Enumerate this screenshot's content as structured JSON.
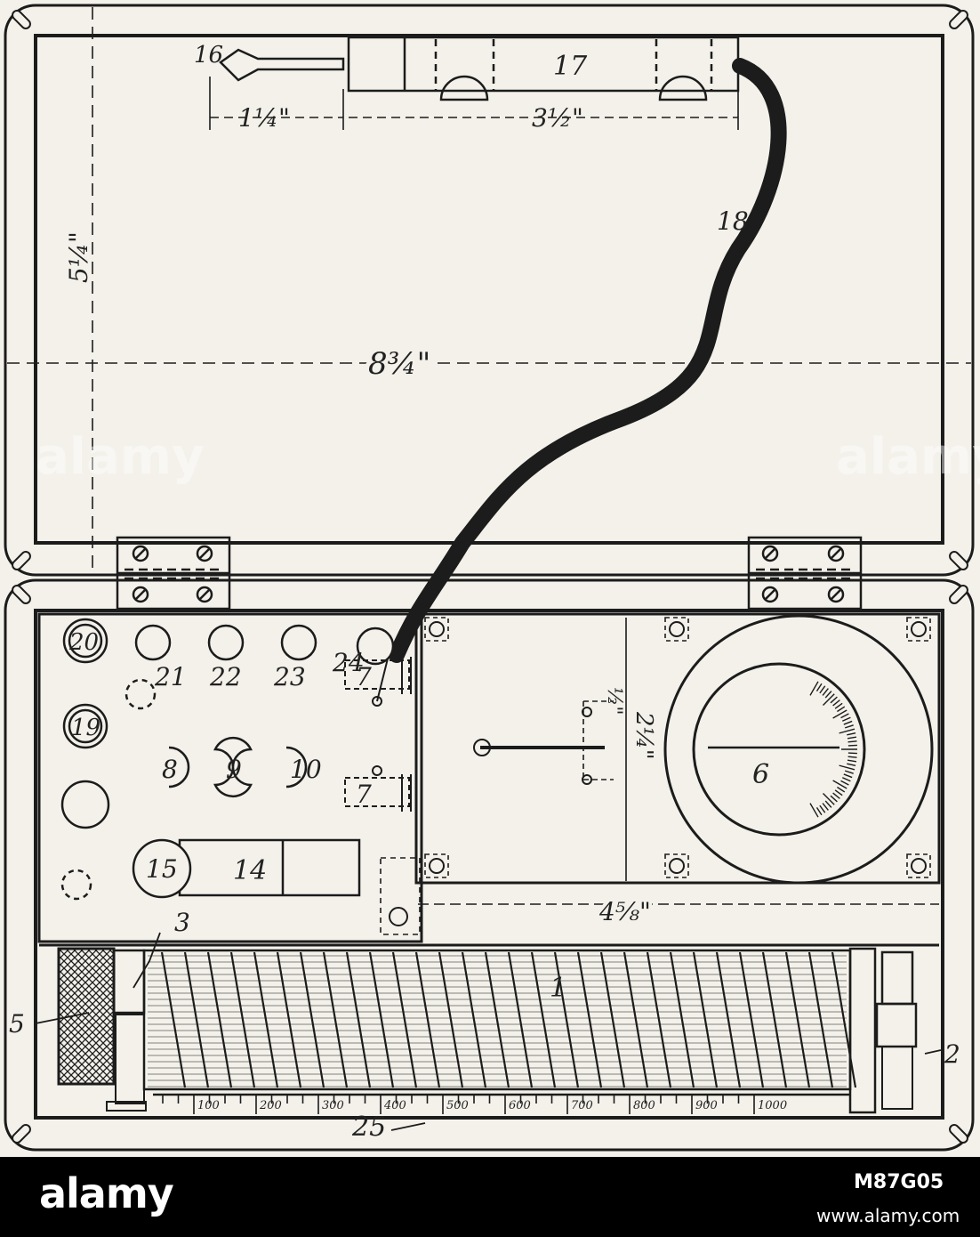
{
  "diagram": {
    "part_labels": {
      "p1": "1",
      "p2": "2",
      "p3": "3",
      "p5": "5",
      "p6": "6",
      "p7a": "7",
      "p7b": "7",
      "p8": "8",
      "p9": "9",
      "p10": "10",
      "p14": "14",
      "p15": "15",
      "p16": "16",
      "p17": "17",
      "p18": "18",
      "p19": "19",
      "p20": "20",
      "p21": "21",
      "p22": "22",
      "p23": "23",
      "p24": "24",
      "p25": "25"
    },
    "dimensions": {
      "tip_length": "1¼\"",
      "handle_length": "3½\"",
      "lid_height": "5¼\"",
      "case_width": "8¾\"",
      "meter_panel_width": "4⅝\"",
      "meter_panel_height": "2¼\"",
      "contact_spacing": "½\""
    },
    "scale_labels": [
      "100",
      "200",
      "300",
      "400",
      "500",
      "600",
      "700",
      "800",
      "900",
      "1000"
    ],
    "watermarks": [
      "alamy",
      "alamy"
    ]
  },
  "footer": {
    "brand": "alamy",
    "image_id": "M87G05",
    "site": "www.alamy.com"
  },
  "colors": {
    "paper": "#f3f1ea",
    "ink": "#1c1c1c",
    "footer": "#000000"
  }
}
